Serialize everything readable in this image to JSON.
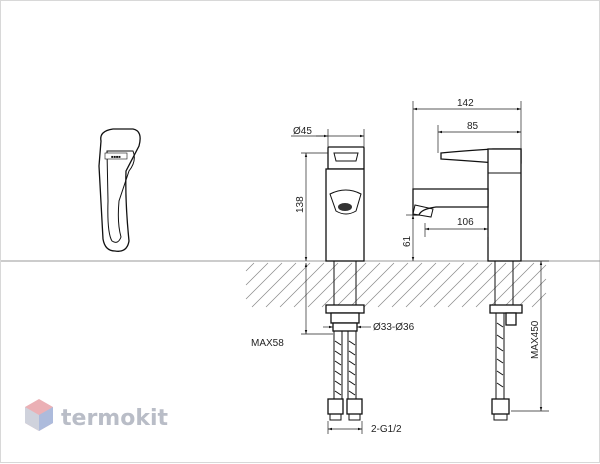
{
  "dimensions": {
    "d45": "Ø45",
    "h138": "138",
    "w142": "142",
    "w85": "85",
    "w106": "106",
    "h61": "61",
    "d33_36": "Ø33-Ø36",
    "max58": "MAX58",
    "max450": "MAX450",
    "thread": "2-G1/2"
  },
  "watermark": {
    "text": "termokit",
    "colors": [
      "#e8a3a9",
      "#9fb0d6",
      "#c7cbd6"
    ]
  }
}
